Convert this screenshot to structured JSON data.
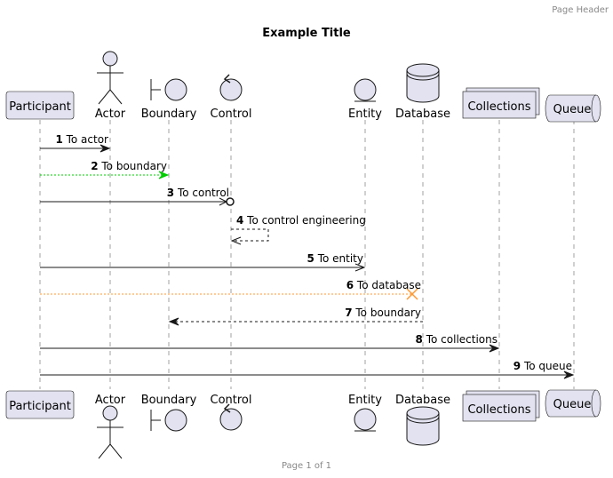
{
  "header": {
    "text": "Page Header"
  },
  "title": "Example Title",
  "footer": {
    "text": "Page 1 of 1"
  },
  "colors": {
    "participant_fill": "#E2E2F0",
    "participant_stroke": "#181818",
    "lifeline": "#A0A0A0",
    "message": "#181818",
    "green_message": "#00CC00",
    "orange_message": "#FF9933"
  },
  "participants": [
    {
      "id": "participant",
      "label": "Participant",
      "shape": "participant"
    },
    {
      "id": "actor",
      "label": "Actor",
      "shape": "actor"
    },
    {
      "id": "boundary",
      "label": "Boundary",
      "shape": "boundary"
    },
    {
      "id": "control",
      "label": "Control",
      "shape": "control"
    },
    {
      "id": "entity",
      "label": "Entity",
      "shape": "entity"
    },
    {
      "id": "database",
      "label": "Database",
      "shape": "database"
    },
    {
      "id": "collections",
      "label": "Collections",
      "shape": "collections"
    },
    {
      "id": "queue",
      "label": "Queue",
      "shape": "queue"
    }
  ],
  "messages": [
    {
      "number": "1",
      "text": "To actor",
      "from": "participant",
      "to": "actor",
      "line": "solid",
      "color": "#181818",
      "head": "arrow"
    },
    {
      "number": "2",
      "text": "To boundary",
      "from": "participant",
      "to": "boundary",
      "line": "dotted",
      "color": "#00CC00",
      "head": "arrow"
    },
    {
      "number": "3",
      "text": "To control",
      "from": "participant",
      "to": "control",
      "line": "solid",
      "color": "#181818",
      "head": "circle"
    },
    {
      "number": "4",
      "text": "To control engineering",
      "from": "control",
      "to": "control",
      "line": "dashed",
      "color": "#181818",
      "head": "open"
    },
    {
      "number": "5",
      "text": "To entity",
      "from": "participant",
      "to": "entity",
      "line": "solid",
      "color": "#181818",
      "head": "open"
    },
    {
      "number": "6",
      "text": "To database",
      "from": "participant",
      "to": "database",
      "line": "dotted",
      "color": "#FF9933",
      "head": "cross"
    },
    {
      "number": "7",
      "text": "To boundary",
      "from": "database",
      "to": "boundary",
      "line": "dashed",
      "color": "#181818",
      "head": "arrow"
    },
    {
      "number": "8",
      "text": "To collections",
      "from": "participant",
      "to": "collections",
      "line": "solid",
      "color": "#181818",
      "head": "arrow"
    },
    {
      "number": "9",
      "text": "To queue",
      "from": "participant",
      "to": "queue",
      "line": "solid",
      "color": "#181818",
      "head": "arrow"
    }
  ]
}
